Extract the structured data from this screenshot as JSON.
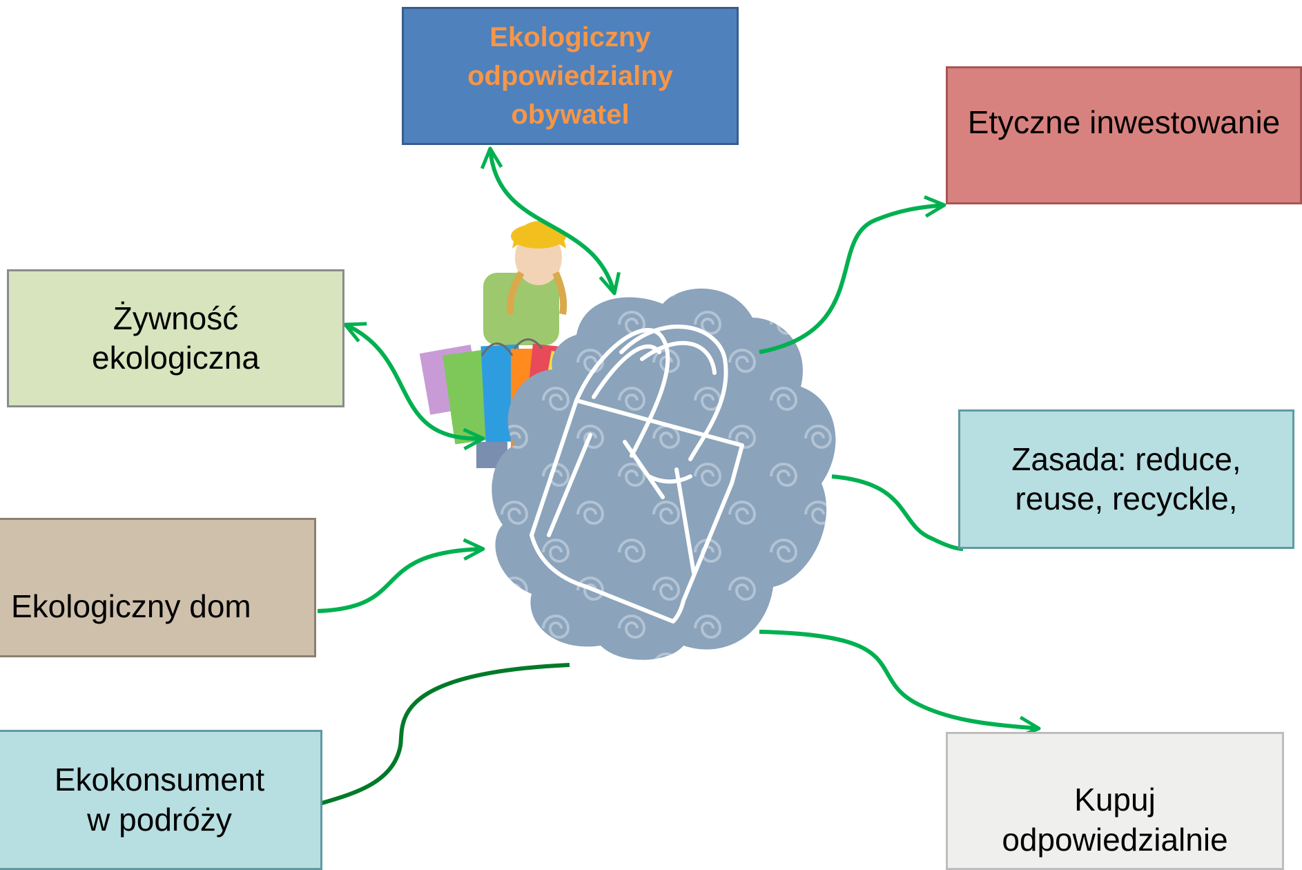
{
  "diagram": {
    "center_icon": "shopping-bag-cloud-icon",
    "photo": "woman-with-shopping-bags",
    "nodes": [
      {
        "id": "ekologiczny-obywatel",
        "label": "Ekologiczny\nodpowiedzialny\nobywatel",
        "fill": "#4f81bd",
        "border": "#385d8a",
        "text_color": "#f79646"
      },
      {
        "id": "etyczne-inwestowanie",
        "label": "Etyczne inwestowanie",
        "fill": "#d8827f",
        "border": "#a65653",
        "text_color": "#000000"
      },
      {
        "id": "zywnosc-ekologiczna",
        "label": "Żywność\nekologiczna",
        "fill": "#d7e4bd",
        "border": "#8b8b8b",
        "text_color": "#000000"
      },
      {
        "id": "zasada",
        "label": "Zasada: reduce,\nreuse, recyckle,",
        "fill": "#b7dee1",
        "border": "#5f9aa0",
        "text_color": "#000000"
      },
      {
        "id": "ekologiczny-dom",
        "label": "Ekologiczny dom",
        "fill": "#cfc0ac",
        "border": "#8b7f70",
        "text_color": "#000000"
      },
      {
        "id": "ekokonsument",
        "label": "Ekokonsument\nw podróży",
        "fill": "#b7dee1",
        "border": "#5f9aa0",
        "text_color": "#000000"
      },
      {
        "id": "kupuj",
        "label": "Kupuj\nodpowiedzialnie",
        "fill": "#efefed",
        "border": "#bdbdbd",
        "text_color": "#000000"
      }
    ],
    "arrow_color": "#00b050",
    "cloud_color": "#8ba3bb"
  }
}
